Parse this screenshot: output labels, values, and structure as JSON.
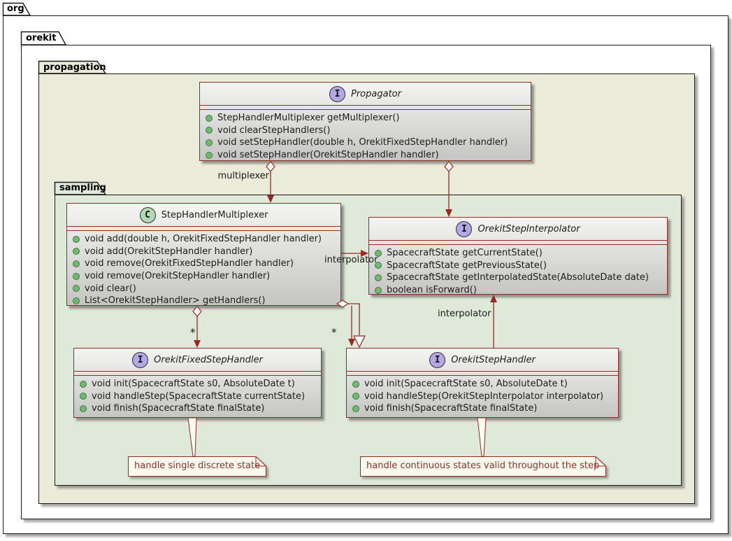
{
  "packages": {
    "org": "org",
    "orekit": "orekit",
    "propagation": "propagation",
    "sampling": "sampling"
  },
  "classes": {
    "propagator": {
      "name": "Propagator",
      "kind": "interface",
      "spot": "I",
      "methods": [
        "StepHandlerMultiplexer getMultiplexer()",
        "void clearStepHandlers()",
        "void setStepHandler(double h, OrekitFixedStepHandler handler)",
        "void setStepHandler(OrekitStepHandler handler)"
      ]
    },
    "multiplexer": {
      "name": "StepHandlerMultiplexer",
      "kind": "class",
      "spot": "C",
      "methods": [
        "void add(double h, OrekitFixedStepHandler handler)",
        "void add(OrekitStepHandler handler)",
        "void remove(OrekitFixedStepHandler handler)",
        "void remove(OrekitStepHandler handler)",
        "void clear()",
        "List<OrekitStepHandler> getHandlers()"
      ]
    },
    "interpolator": {
      "name": "OrekitStepInterpolator",
      "kind": "interface",
      "spot": "I",
      "methods": [
        "SpacecraftState getCurrentState()",
        "SpacecraftState getPreviousState()",
        "SpacecraftState getInterpolatedState(AbsoluteDate date)",
        "boolean isForward()"
      ]
    },
    "fixedhandler": {
      "name": "OrekitFixedStepHandler",
      "kind": "interface",
      "spot": "I",
      "methods": [
        "void init(SpacecraftState s0, AbsoluteDate t)",
        "void handleStep(SpacecraftState currentState)",
        "void finish(SpacecraftState finalState)"
      ]
    },
    "stephandler": {
      "name": "OrekitStepHandler",
      "kind": "interface",
      "spot": "I",
      "methods": [
        "void init(SpacecraftState s0, AbsoluteDate t)",
        "void handleStep(OrekitStepInterpolator interpolator)",
        "void finish(SpacecraftState finalState)"
      ]
    }
  },
  "edges": {
    "multiplexer_label": "multiplexer",
    "interpolator_label_left": "interpolator",
    "interpolator_label_right": "interpolator",
    "multiplicity_fixed": "*",
    "multiplicity_handler": "*"
  },
  "notes": {
    "fixed": "handle single discrete state",
    "handler": "handle continuous states valid throughout the step"
  },
  "colors": {
    "edge": "#952b24",
    "package_border": "#1a1a1a",
    "propagation_bg": "#ebebda",
    "sampling_bg": "#dee9d9",
    "note_bg": "#fbfaee",
    "note_text": "#93302c",
    "interface_spot_bg": "#b4a7e5",
    "class_spot_bg": "#b2d8b6",
    "bullet_fill": "#71b872"
  }
}
